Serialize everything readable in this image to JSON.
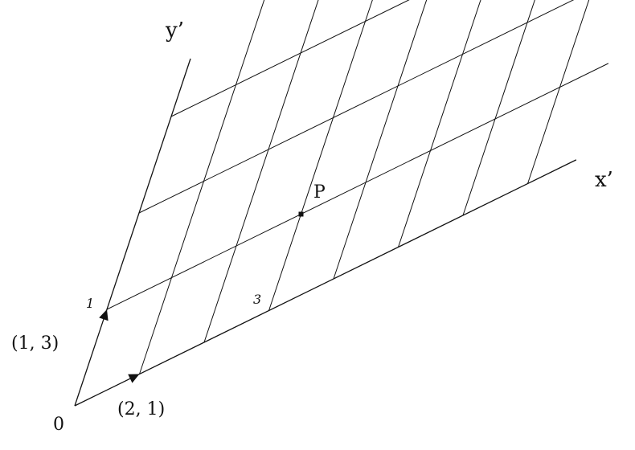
{
  "axes": {
    "x_label": "x’",
    "y_label": "y’",
    "origin_label": "0",
    "x_basis": [
      2,
      1
    ],
    "y_basis": [
      1,
      3
    ]
  },
  "basis_labels": {
    "x_vector": "(2, 1)",
    "y_vector": "(1, 3)"
  },
  "tick_labels": {
    "x_tick": "3",
    "y_tick": "1"
  },
  "point": {
    "label": "P",
    "coords": [
      3,
      1
    ]
  },
  "grid": {
    "x_lines_count": 7,
    "y_lines_count": 3
  },
  "colors": {
    "line": "#111111",
    "background": "#ffffff"
  }
}
